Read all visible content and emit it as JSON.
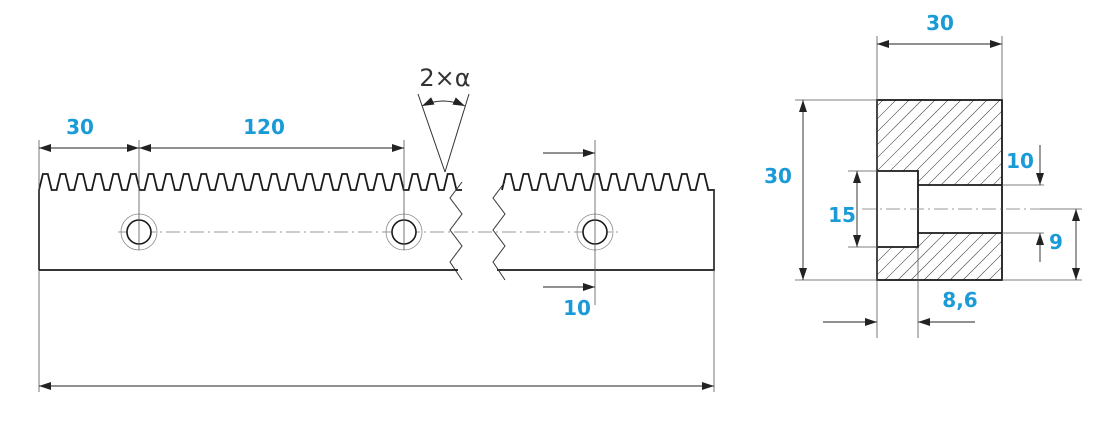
{
  "colors": {
    "dimension": "#1a9ad6",
    "part": "#1a1a1a"
  },
  "rack_view": {
    "dims": {
      "first_hole_offset": "30",
      "hole_pitch": "120",
      "tooth_angle": "2×α",
      "hole_to_end": "10"
    }
  },
  "section_view": {
    "dims": {
      "width": "30",
      "height": "30",
      "counterbore_diameter": "15",
      "counterbore_depth": "10",
      "hole_diameter": "9",
      "counterbore_width": "8,6"
    }
  }
}
